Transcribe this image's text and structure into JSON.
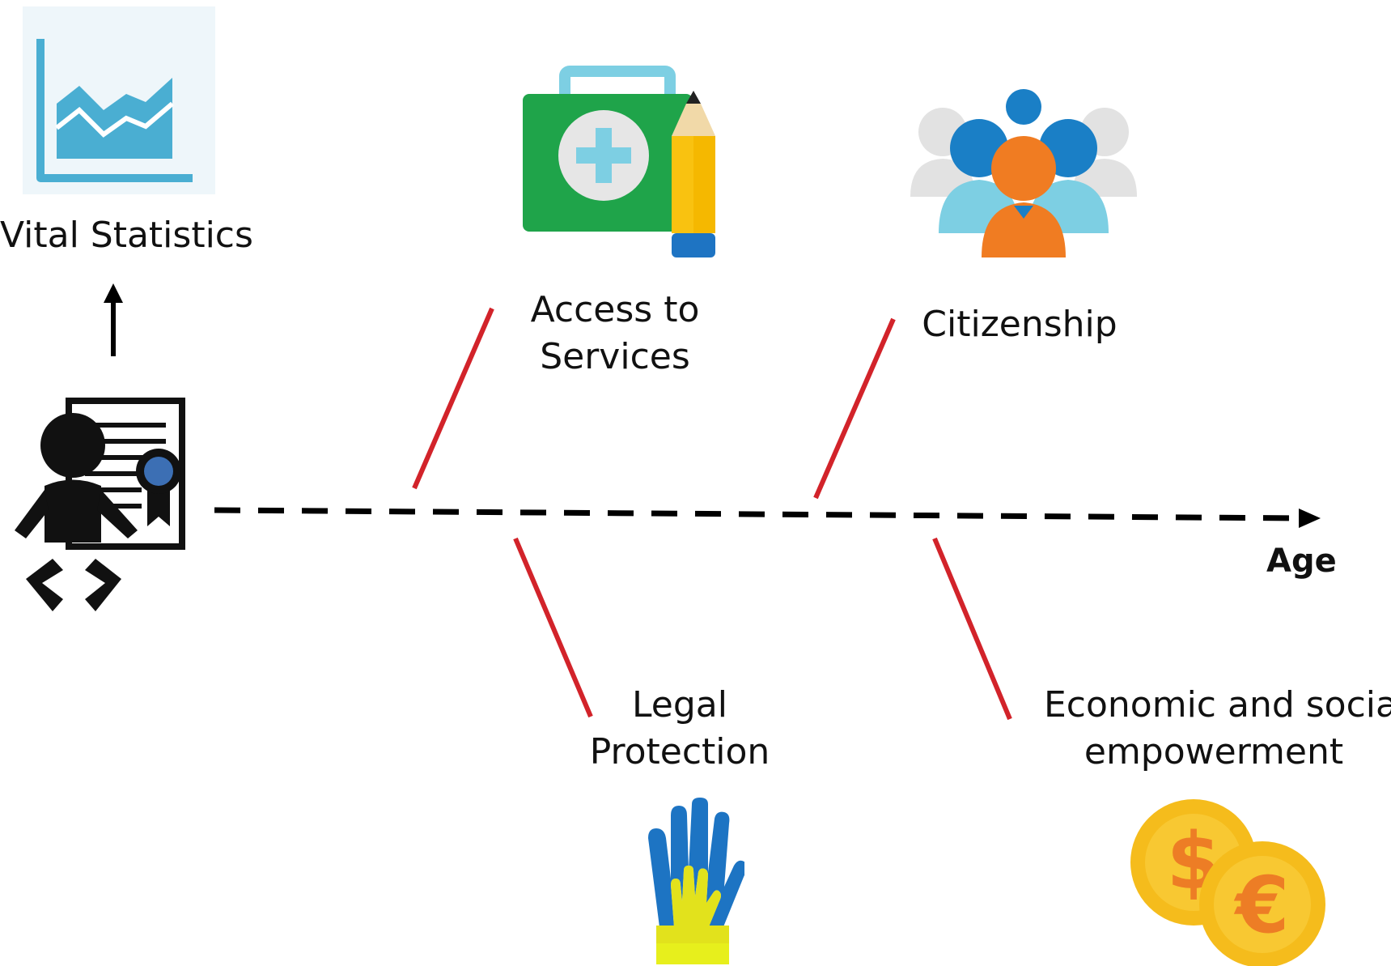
{
  "labels": {
    "vital_statistics": "Vital Statistics",
    "access_line1": "Access to",
    "access_line2": "Services",
    "citizenship": "Citizenship",
    "legal_line1": "Legal",
    "legal_line2": "Protection",
    "economic_line1": "Economic and social",
    "economic_line2": "empowerment",
    "age": "Age"
  },
  "colors": {
    "branch": "#d2232a",
    "axis": "#000000",
    "chart_blue": "#4aaed2",
    "kit_green": "#1fa44a",
    "pencil_yellow": "#f9c210",
    "people_blue": "#1a7fc6",
    "people_orange": "#f07c22",
    "hand_blue": "#1d74c3",
    "hand_yellow": "#e2e21c",
    "coin_gold": "#f5bc1c",
    "coin_orange": "#ed7d25"
  },
  "icons": [
    "line-chart-icon",
    "first-aid-kit-icon",
    "pencil-icon",
    "people-group-icon",
    "baby-certificate-icon",
    "raised-hands-icon",
    "coins-icon",
    "up-arrow-icon"
  ]
}
